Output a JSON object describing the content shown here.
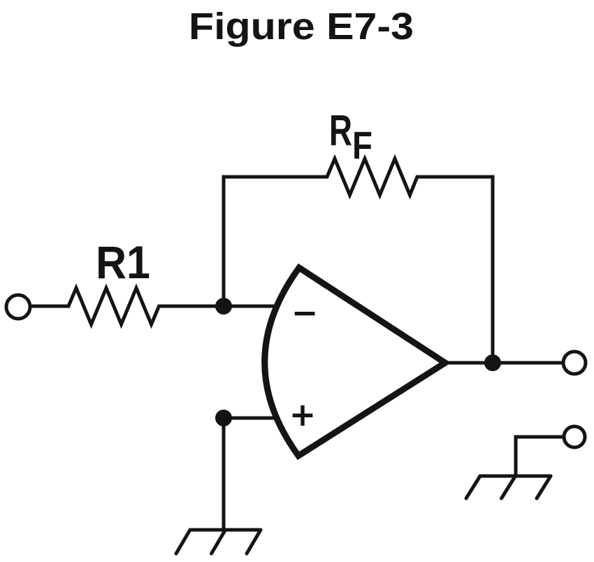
{
  "figure": {
    "title": "Figure E7-3"
  },
  "labels": {
    "input_resistor": "R1",
    "feedback_resistor_base": "R",
    "feedback_resistor_subscript": "F",
    "inverting_input": "−",
    "noninverting_input": "+"
  },
  "colors": {
    "ink": "#141414",
    "background": "#ffffff"
  }
}
